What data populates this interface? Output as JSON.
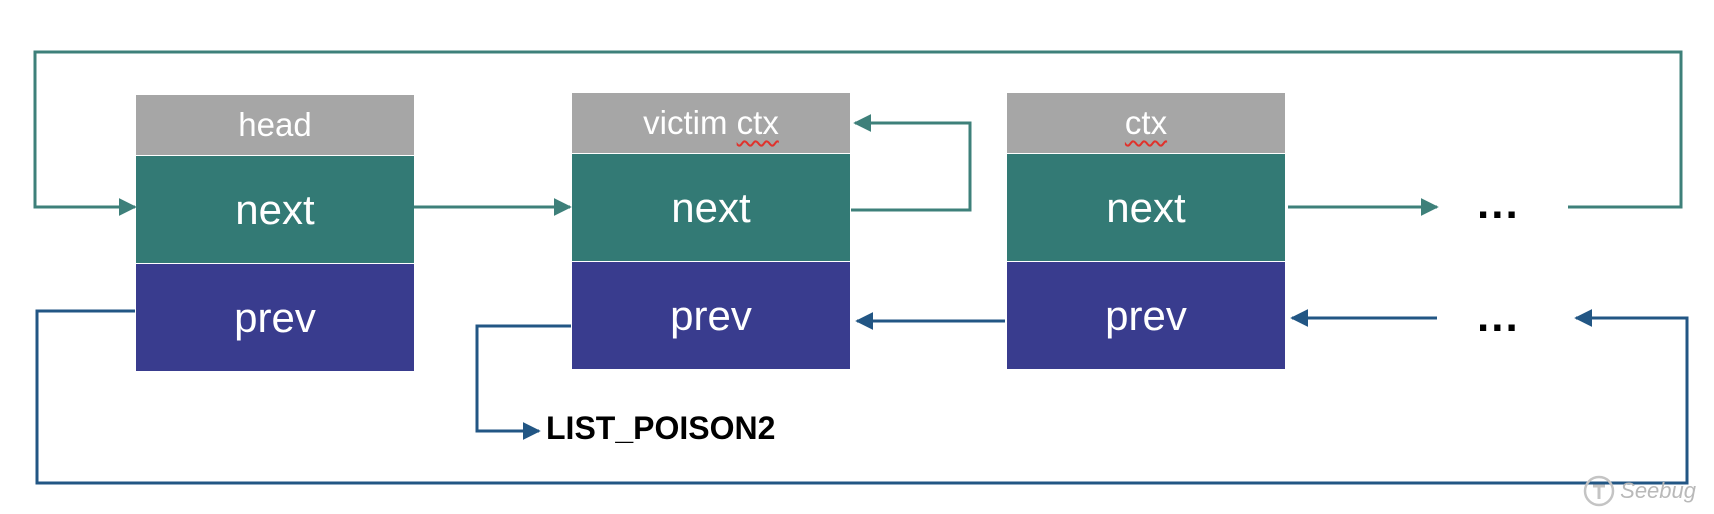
{
  "nodes": [
    {
      "header": "head",
      "next": "next",
      "prev": "prev"
    },
    {
      "header_prefix": "victim ",
      "header_word": "ctx",
      "next": "next",
      "prev": "prev"
    },
    {
      "header_word": "ctx",
      "next": "next",
      "prev": "prev"
    }
  ],
  "ellipsis_next": "...",
  "ellipsis_prev": "...",
  "poison_label": "LIST_POISON2",
  "watermark": "Seebug",
  "colors": {
    "header_gray": "#a6a6a6",
    "next_teal": "#337a75",
    "prev_indigo": "#393c8e",
    "next_arrow": "#3e807a",
    "prev_arrow": "#225684",
    "spellcheck_red": "#e0322c"
  }
}
